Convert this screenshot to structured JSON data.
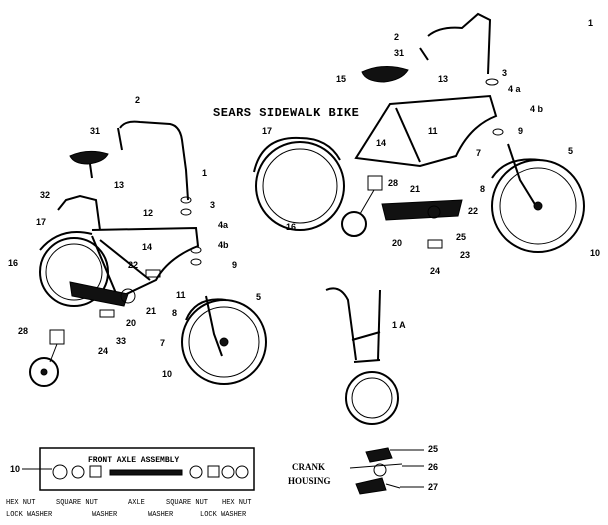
{
  "diagram": {
    "title": "SEARS SIDEWALK BIKE",
    "callouts_left": {
      "c2": "2",
      "c31": "31",
      "c13": "13",
      "c32": "32",
      "c17": "17",
      "c16": "16",
      "c12": "12",
      "c14": "14",
      "c22": "22",
      "c21": "21",
      "c20": "20",
      "c11": "11",
      "c1": "1",
      "c3": "3",
      "c4a": "4a",
      "c4b": "4b",
      "c9": "9",
      "c5": "5",
      "c8": "8",
      "c7": "7",
      "c10": "10",
      "c28": "28",
      "c24": "24",
      "c33": "33"
    },
    "callouts_right": {
      "c1": "1",
      "c2": "2",
      "c31": "31",
      "c3": "3",
      "c4a": "4 a",
      "c15": "15",
      "c13": "13",
      "c4b": "4 b",
      "c9": "9",
      "c17": "17",
      "c11": "11",
      "c14": "14",
      "c7": "7",
      "c5": "5",
      "c8": "8",
      "c28": "28",
      "c21": "21",
      "c22": "22",
      "c16": "16",
      "c25": "25",
      "c20": "20",
      "c23": "23",
      "c24": "24",
      "c10": "10"
    },
    "callout_1a": "1 A",
    "front_axle": {
      "title": "FRONT AXLE ASSEMBLY",
      "c10": "10",
      "labels": [
        "HEX NUT",
        "SQUARE NUT",
        "AXLE",
        "SQUARE NUT",
        "HEX NUT"
      ],
      "labels_lower": [
        "LOCK WASHER",
        "WASHER",
        "WASHER",
        "LOCK WASHER"
      ]
    },
    "crank_housing": {
      "label_crank": "CRANK",
      "label_housing": "HOUSING",
      "c25": "25",
      "c26": "26",
      "c27": "27"
    }
  }
}
